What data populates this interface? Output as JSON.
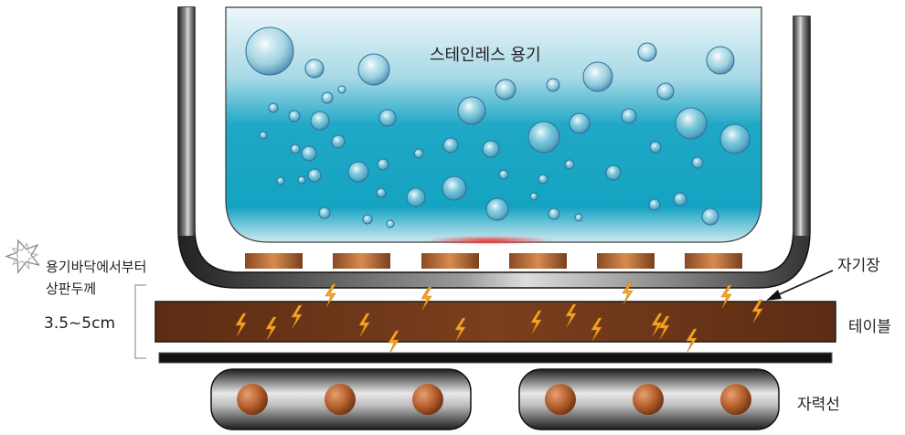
{
  "labels": {
    "vessel": "스테인레스 용기",
    "magnetic_field": "자기장",
    "table": "테이블",
    "coil": "자력선",
    "note_line1": "용기바닥에서부터",
    "note_line2": "상판두께",
    "thickness": "3.5~5cm"
  },
  "icons": {
    "note_marker": "star-outline-icon",
    "lightning": "lightning-bolt-icon"
  },
  "colors": {
    "water_top": "#e6f3f7",
    "water_bottom": "#1aa6c4",
    "plate": "#6b3518",
    "copper": "#b4602c",
    "lightning": "#f5a623",
    "steel_dark": "#1a1a1a"
  }
}
